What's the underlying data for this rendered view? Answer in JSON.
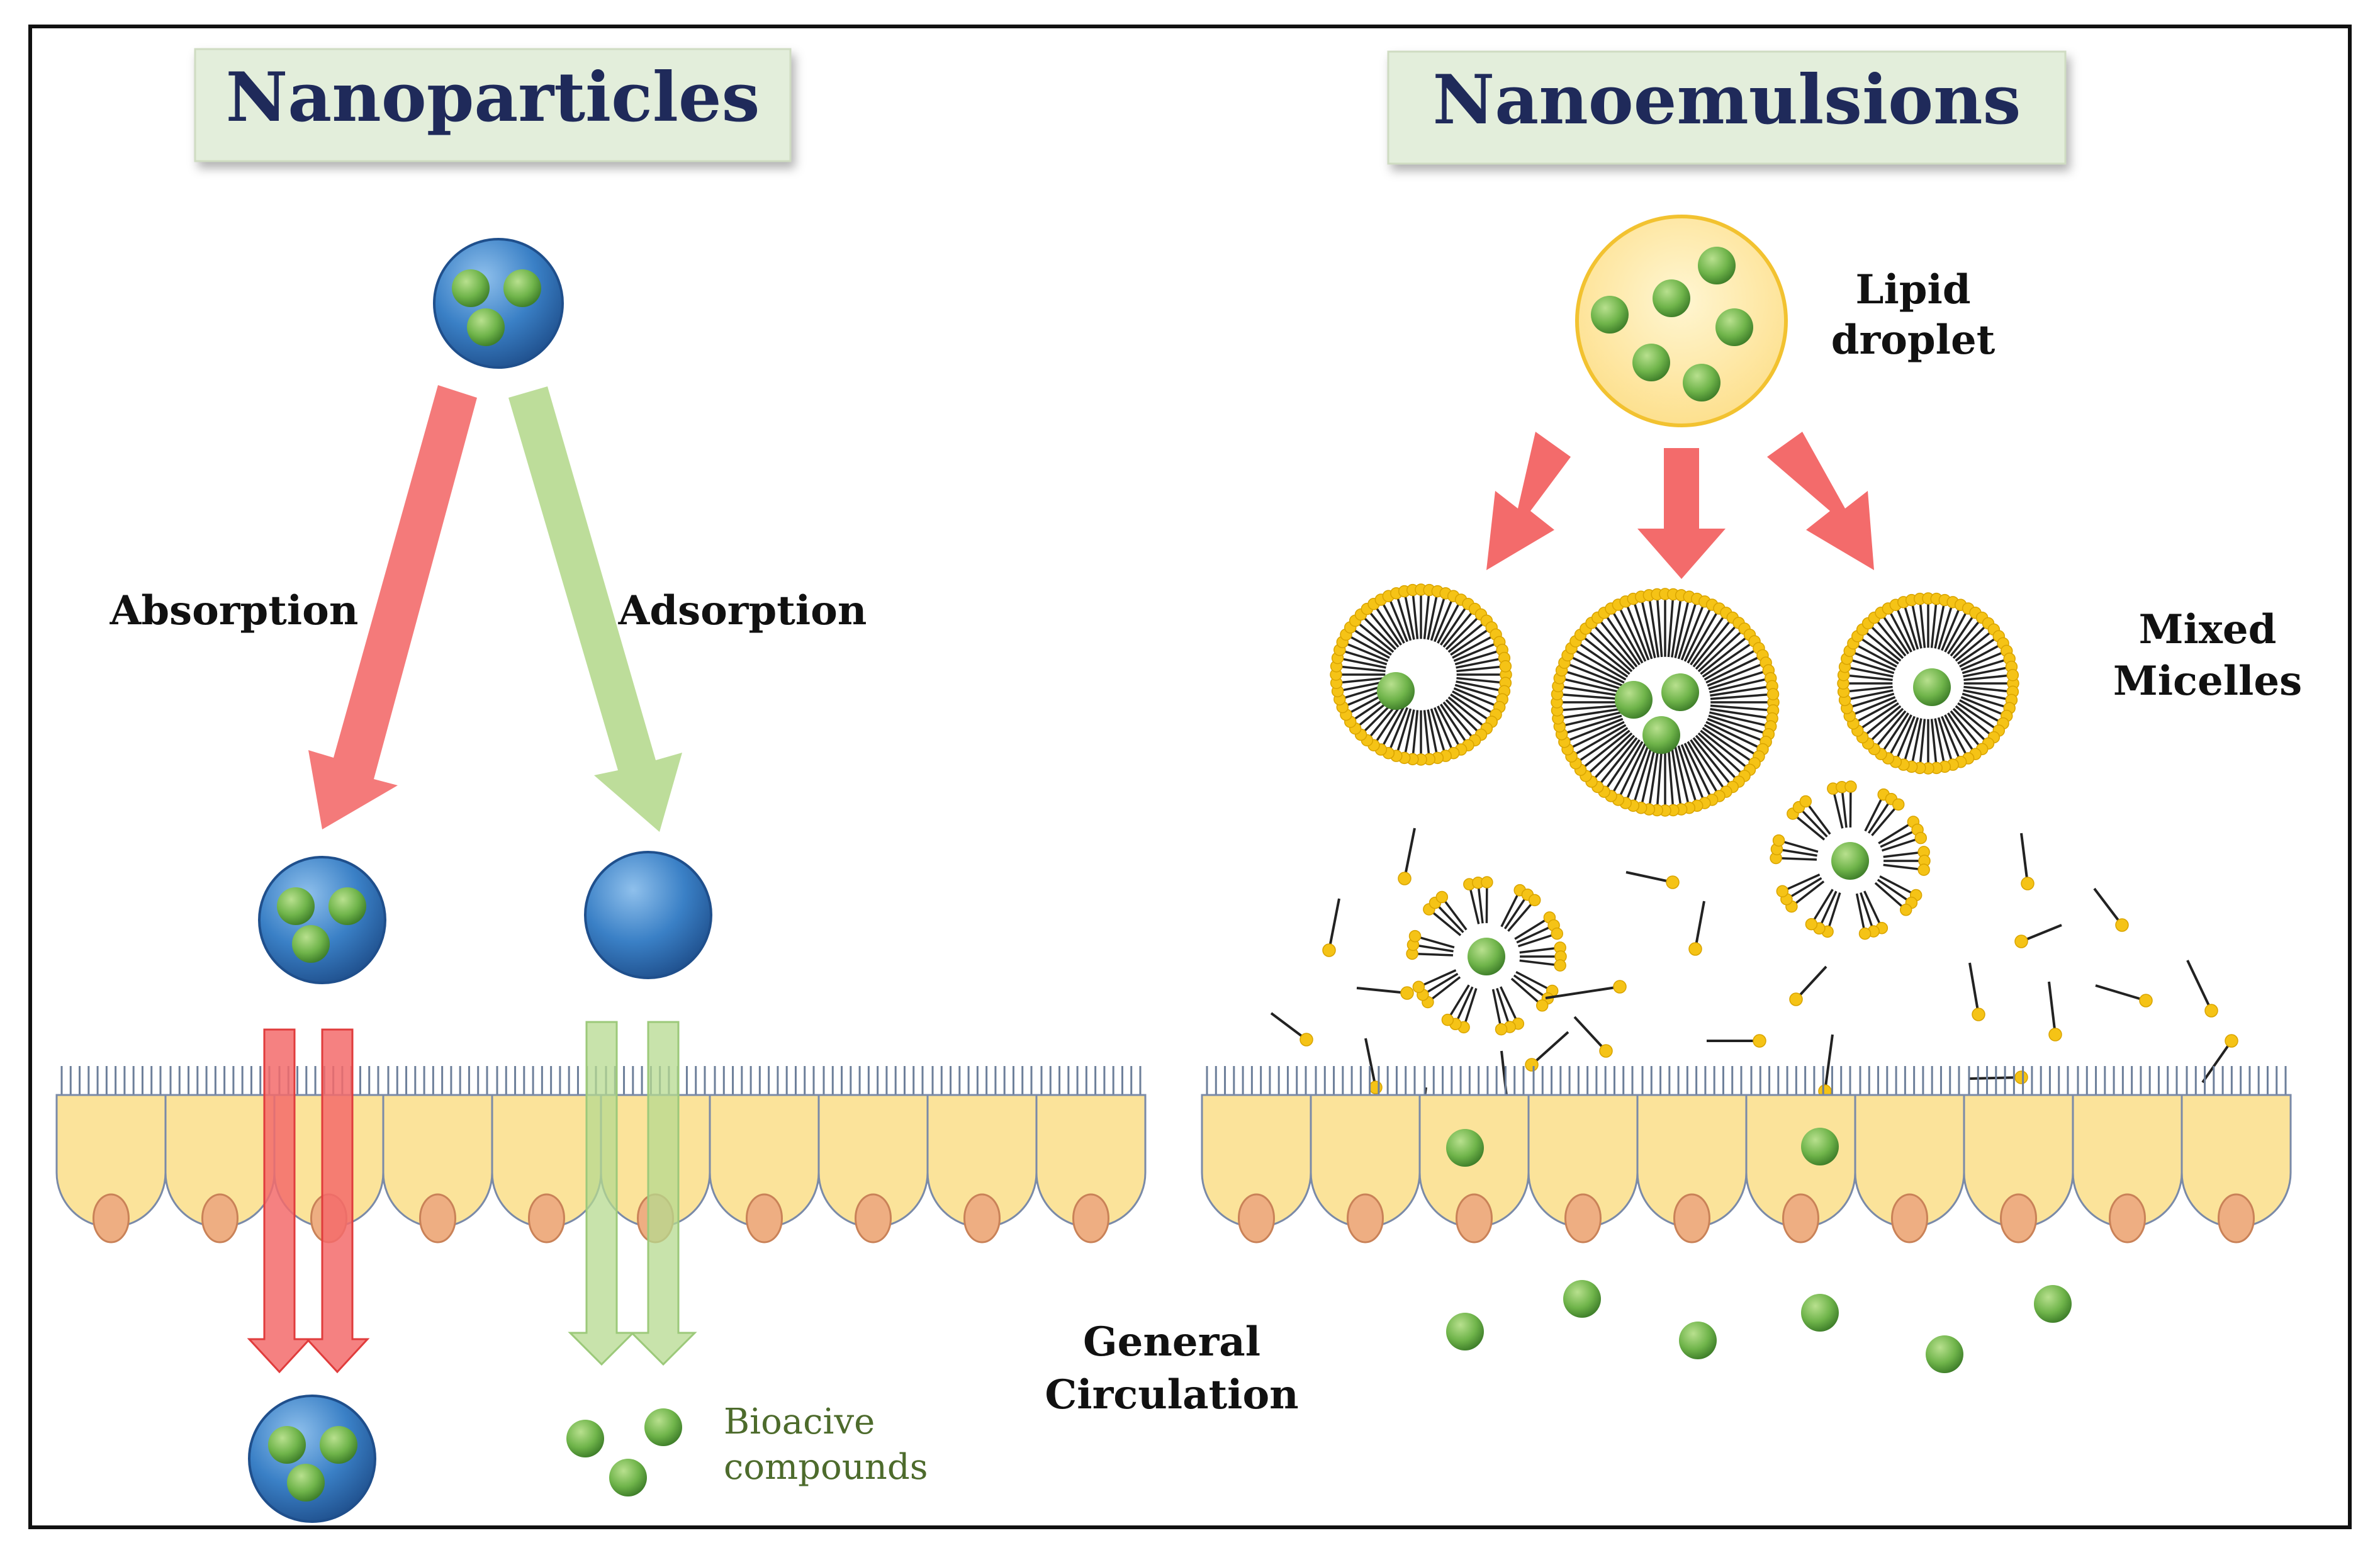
{
  "left_panel": {
    "title": "Nanoparticles",
    "label_absorption": "Absorption",
    "label_adsorption": "Adsorption",
    "label_bioactive_line1": "Bioacive",
    "label_bioactive_line2": "compounds"
  },
  "right_panel": {
    "title": "Nanoemulsions",
    "label_lipid_line1": "Lipid",
    "label_lipid_line2": "droplet",
    "label_micelles_line1": "Mixed",
    "label_micelles_line2": "Micelles"
  },
  "center": {
    "label_circulation_line1": "General",
    "label_circulation_line2": "Circulation"
  },
  "colors": {
    "title_text": "#1f2a5a",
    "title_box_fill": "#e3eedb",
    "nanoparticle_blue": "#3a80c6",
    "bioactive_green": "#6fb44a",
    "absorption_arrow": "#f36b6b",
    "adsorption_arrow": "#b6d98f",
    "cell_fill": "#fbe39a",
    "cell_nucleus": "#eeae82",
    "lipid_droplet": "#fde7a0",
    "surfactant_head": "#f5c316",
    "bioactive_label": "#4d6b2c"
  }
}
